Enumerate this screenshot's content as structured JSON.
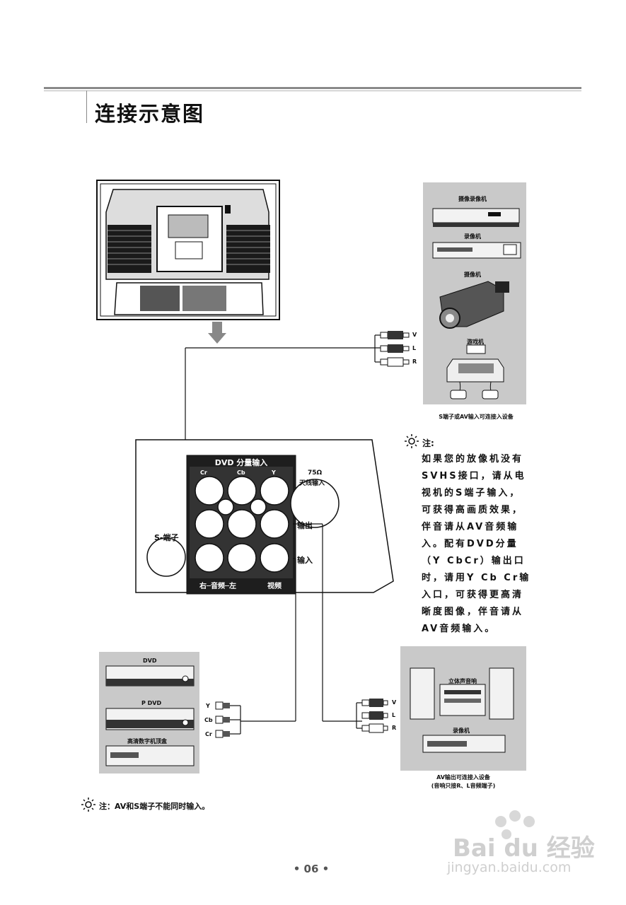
{
  "page": {
    "title": "连接示意图",
    "page_number": "• 06 •"
  },
  "devices_top": {
    "items": [
      "摄像录像机",
      "录像机",
      "摄像机",
      "游戏机"
    ],
    "caption": "S端子或AV输入可连接入设备"
  },
  "plugs_top": [
    "V",
    "L",
    "R"
  ],
  "panel": {
    "dvd_header": "DVD 分量输入",
    "col_labels": [
      "Cr",
      "Cb",
      "Y"
    ],
    "antenna_label_1": "75Ω",
    "antenna_label_2": "天线输入",
    "s_terminal": "S-端子",
    "out_label": "输出",
    "in_label": "输入",
    "bottom_left": "右─音频─左",
    "bottom_right": "视频"
  },
  "note_top": {
    "heading": "注:",
    "lines": [
      "如果您的放像机没有",
      "SVHS接口，请从电",
      "视机的S端子输入，",
      "可获得高画质效果，",
      "伴音请从AV音频输",
      "入。配有DVD分量",
      "（Y CbCr）输出口",
      "时，请用Y Cb Cr输",
      "入口，可获得更高清",
      "晰度图像，伴音请从",
      "AV音频输入。"
    ]
  },
  "devices_left": {
    "items": [
      "DVD",
      "P DVD",
      "高清数字机顶盒"
    ]
  },
  "plugs_left": [
    "Y",
    "Cb",
    "Cr"
  ],
  "devices_right": {
    "items": [
      "立体声音响",
      "录像机"
    ],
    "caption_1": "AV输出可连接入设备",
    "caption_2": "(音响只接R、L音频端子)"
  },
  "plugs_right": [
    "V",
    "L",
    "R"
  ],
  "note_bottom": "注：AV和S端子不能同时输入。",
  "watermark": {
    "brand": "Bai du 经验",
    "url": "jingyan.baidu.com"
  }
}
